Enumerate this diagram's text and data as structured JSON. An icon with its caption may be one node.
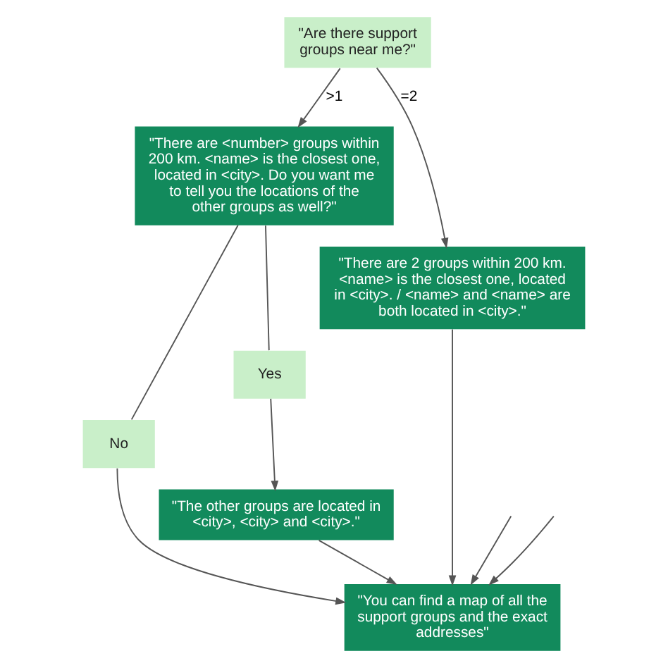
{
  "diagram": {
    "nodes": [
      {
        "text": [
          "\"Are there support groups near me?\""
        ]
      },
      {
        "text": [
          "\"There are <number> groups within 200 km. <name> is the closest one, located in <city>. Do you want me to tell you the locations of the other groups as well?\""
        ]
      },
      {
        "text": [
          "\"There are 2 groups within 200 km. <name> is the closest one, located in <city>. / <name> and <name> are both located in <city>.\""
        ]
      },
      {
        "text": [
          "No"
        ]
      },
      {
        "text": [
          "Yes"
        ]
      },
      {
        "text": [
          "\"The other groups are located in <city>, <city> and <city>.\""
        ]
      },
      {
        "text": [
          "\"You can find a map of all the support groups and the exact addresses\""
        ]
      }
    ],
    "edges": [
      {
        "from": 0,
        "to": 1,
        "arrow": "to",
        "label": ">1"
      },
      {
        "from": 0,
        "to": 2,
        "arrow": "to",
        "label": "=2"
      },
      {
        "from": 1,
        "to": 3,
        "arrow": "none"
      },
      {
        "from": 1,
        "to": 4,
        "arrow": "none"
      },
      {
        "from": 4,
        "to": 5,
        "arrow": "to"
      },
      {
        "from": 5,
        "to": 6,
        "arrow": "to"
      },
      {
        "from": 3,
        "to": 6,
        "arrow": "to"
      },
      {
        "from": 2,
        "to": 6,
        "arrow": "to"
      },
      {
        "from": null,
        "to": 6,
        "arrow": "to"
      },
      {
        "from": null,
        "to": 6,
        "arrow": "to"
      }
    ]
  }
}
